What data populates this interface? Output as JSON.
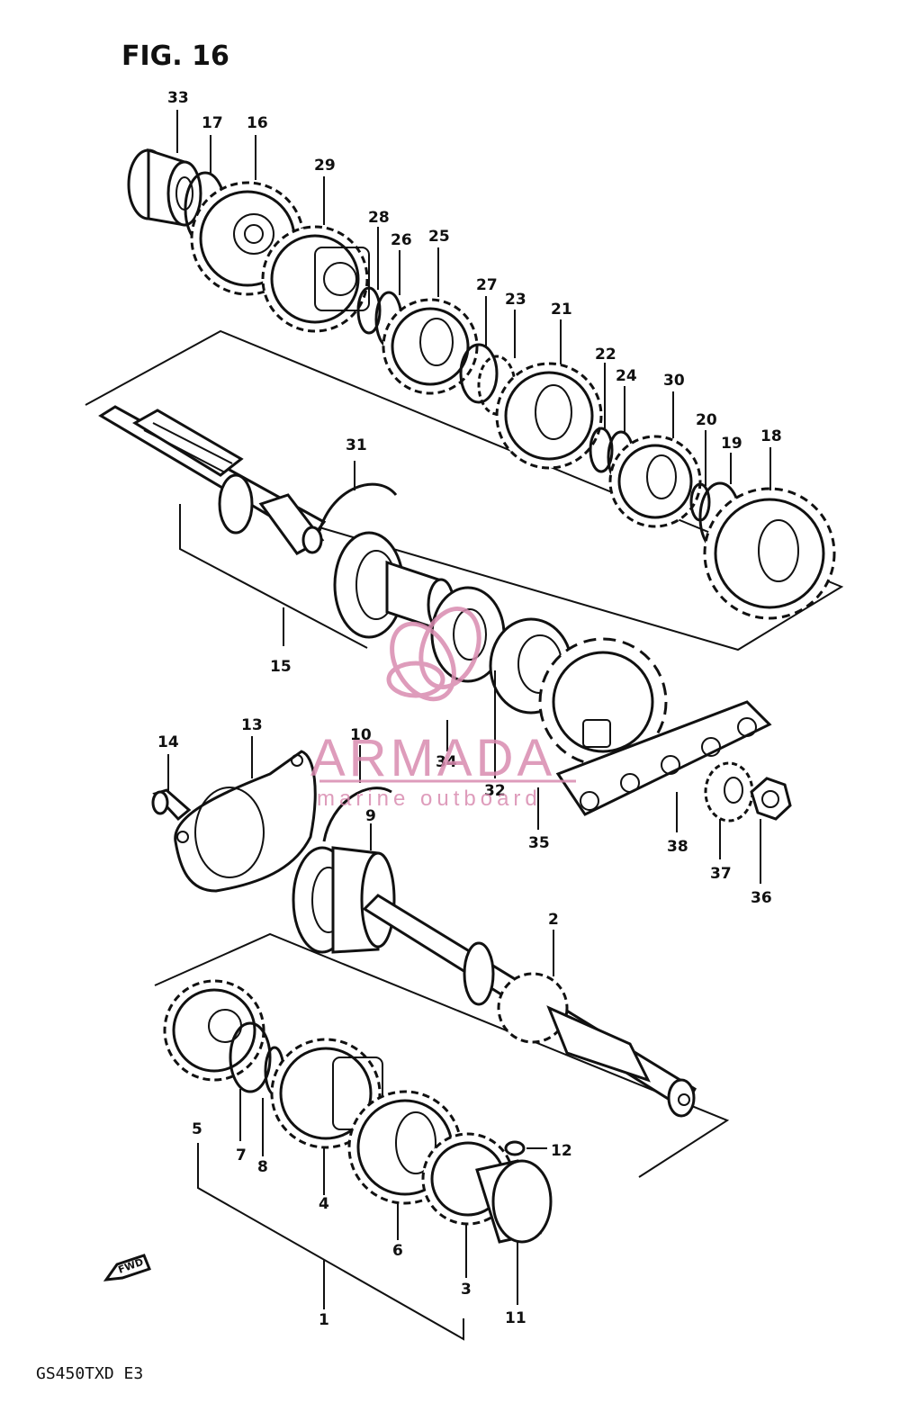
{
  "figure": {
    "title": "FIG. 16",
    "model_code": "GS450TXD  E3",
    "fwd_marker": "FWD"
  },
  "watermark": {
    "brand": "ARMADA",
    "tagline": "marine outboard",
    "color": "#d98bb0"
  },
  "callouts": {
    "c1": "1",
    "c2": "2",
    "c3": "3",
    "c4": "4",
    "c5": "5",
    "c6": "6",
    "c7": "7",
    "c8": "8",
    "c9": "9",
    "c10": "10",
    "c11": "11",
    "c12": "12",
    "c13": "13",
    "c14": "14",
    "c15": "15",
    "c16": "16",
    "c17": "17",
    "c18": "18",
    "c19": "19",
    "c20": "20",
    "c21": "21",
    "c22": "22",
    "c23": "23",
    "c24": "24",
    "c25": "25",
    "c26": "26",
    "c27": "27",
    "c28": "28",
    "c29": "29",
    "c30": "30",
    "c31": "31",
    "c32": "32",
    "c33": "33",
    "c34": "34",
    "c35": "35",
    "c36": "36",
    "c37": "37",
    "c38": "38"
  }
}
